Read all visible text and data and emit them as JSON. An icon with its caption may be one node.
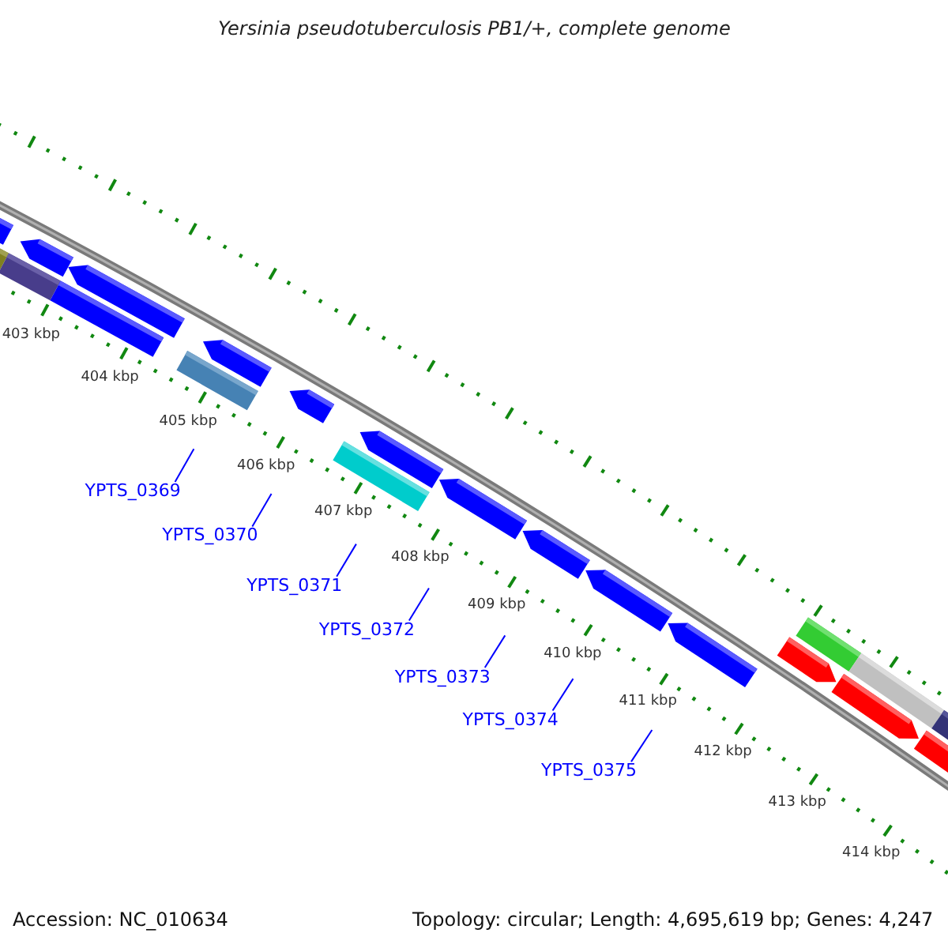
{
  "diagram": {
    "title": "Yersinia pseudotuberculosis PB1/+, complete genome",
    "nodes": [
      {
        "text": [
          "YPTS_0369"
        ]
      },
      {
        "text": [
          "YPTS_0370"
        ]
      },
      {
        "text": [
          "YPTS_0371"
        ]
      },
      {
        "text": [
          "YPTS_0372"
        ]
      },
      {
        "text": [
          "YPTS_0373"
        ]
      },
      {
        "text": [
          "YPTS_0374"
        ]
      },
      {
        "text": [
          "YPTS_0375"
        ]
      }
    ],
    "edges": [
      {
        "from": 0,
        "to": null,
        "arrow": "none"
      },
      {
        "from": 1,
        "to": null,
        "arrow": "none"
      },
      {
        "from": 2,
        "to": null,
        "arrow": "none"
      },
      {
        "from": 3,
        "to": null,
        "arrow": "none"
      },
      {
        "from": 4,
        "to": null,
        "arrow": "none"
      },
      {
        "from": 5,
        "to": null,
        "arrow": "none"
      },
      {
        "from": 6,
        "to": null,
        "arrow": "none"
      }
    ],
    "labels": [
      "403 kbp",
      "404 kbp",
      "405 kbp",
      "406 kbp",
      "407 kbp",
      "408 kbp",
      "409 kbp",
      "410 kbp",
      "411 kbp",
      "412 kbp",
      "413 kbp",
      "414 kbp",
      "Accession: NC_010634",
      "Topology: circular; Length: 4,695,619 bp; Genes: 4,247"
    ]
  }
}
